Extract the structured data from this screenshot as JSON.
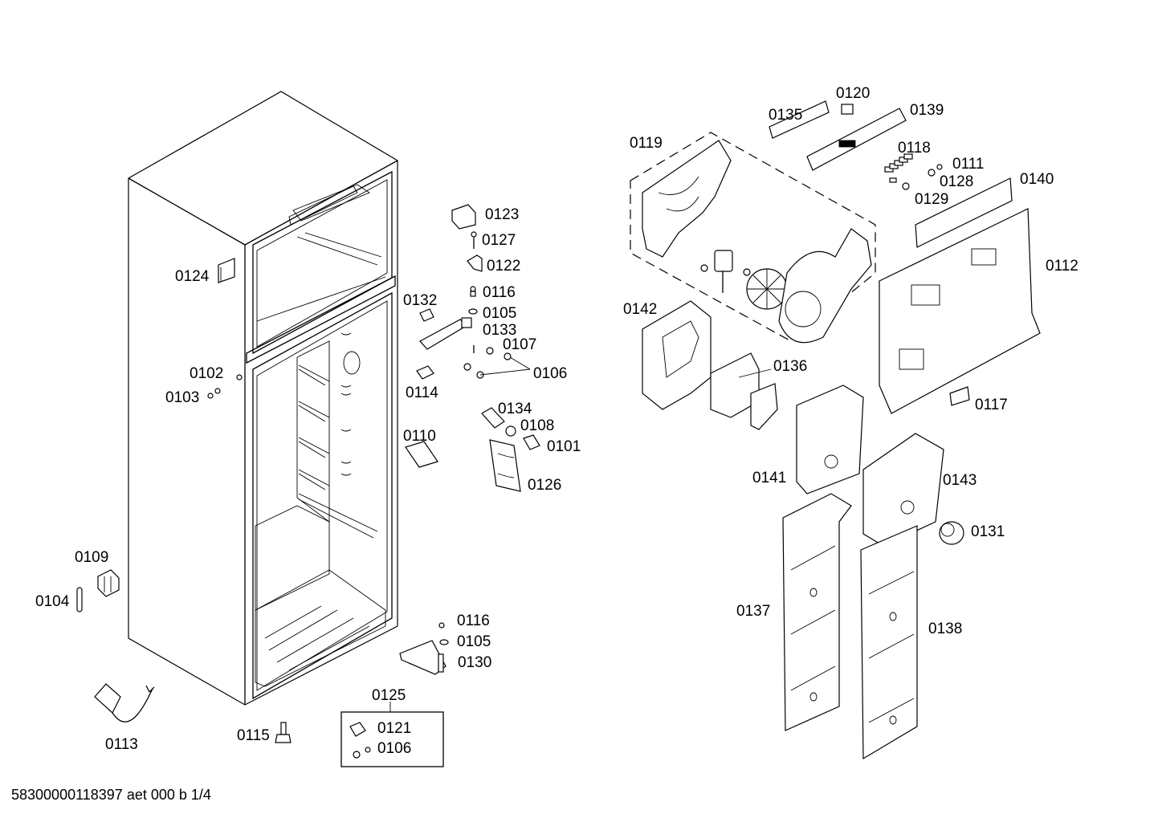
{
  "footer": "58300000118397 aet 000 b 1/4",
  "labels": {
    "p0101": "0101",
    "p0102": "0102",
    "p0103": "0103",
    "p0104": "0104",
    "p0105a": "0105",
    "p0105b": "0105",
    "p0106a": "0106",
    "p0106b": "0106",
    "p0107": "0107",
    "p0108": "0108",
    "p0109": "0109",
    "p0110": "0110",
    "p0111": "0111",
    "p0112": "0112",
    "p0113": "0113",
    "p0114": "0114",
    "p0115": "0115",
    "p0116a": "0116",
    "p0116b": "0116",
    "p0117": "0117",
    "p0118": "0118",
    "p0119": "0119",
    "p0120": "0120",
    "p0121": "0121",
    "p0122": "0122",
    "p0123": "0123",
    "p0124": "0124",
    "p0125": "0125",
    "p0126": "0126",
    "p0127": "0127",
    "p0128": "0128",
    "p0129": "0129",
    "p0130": "0130",
    "p0131": "0131",
    "p0132": "0132",
    "p0133": "0133",
    "p0134": "0134",
    "p0135": "0135",
    "p0136": "0136",
    "p0137": "0137",
    "p0138": "0138",
    "p0139": "0139",
    "p0140": "0140",
    "p0141": "0141",
    "p0142": "0142",
    "p0143": "0143"
  }
}
